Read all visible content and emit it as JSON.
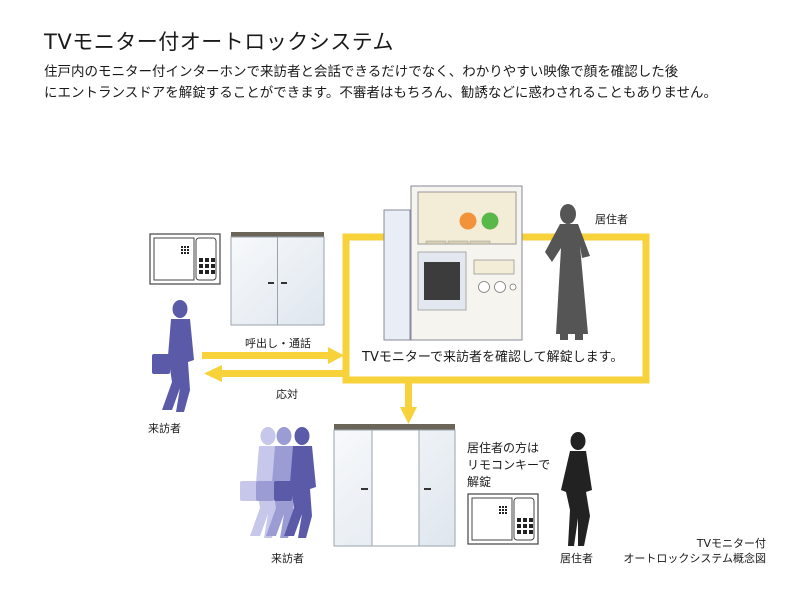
{
  "header": {
    "title": "TVモニター付オートロックシステム",
    "description_lines": [
      "住戸内のモニター付インターホンで来訪者と会話できるだけでなく、わかりやすい映像で顔を確認した後",
      "にエントランスドアを解錠することができます。不審者はもちろん、勧誘などに惑わされることもありません。"
    ]
  },
  "diagram": {
    "resident_label_top": "居住者",
    "call_label": "呼出し・通話",
    "respond_label": "応対",
    "visitor_label_left": "来訪者",
    "monitor_confirm_text": "TVモニターで来訪者を確認して解錠します。",
    "remote_unlock_lines": [
      "居住者の方は",
      "リモコンキーで",
      "解錠"
    ],
    "visitor_label_bottom": "来訪者",
    "resident_label_bottom": "居住者",
    "caption_lines": [
      "TVモニター付",
      "オートロックシステム概念図"
    ]
  },
  "colors": {
    "accent_yellow": "#f8d23a",
    "visitor_blue": "#5a5aa8",
    "visitor_blue_light": "#9c9cd4",
    "resident_gray": "#555555",
    "monitor_panel": "#f3ecd6",
    "button_orange": "#f2923a",
    "button_green": "#5ab84a",
    "door_glass": "#e8edf3"
  }
}
